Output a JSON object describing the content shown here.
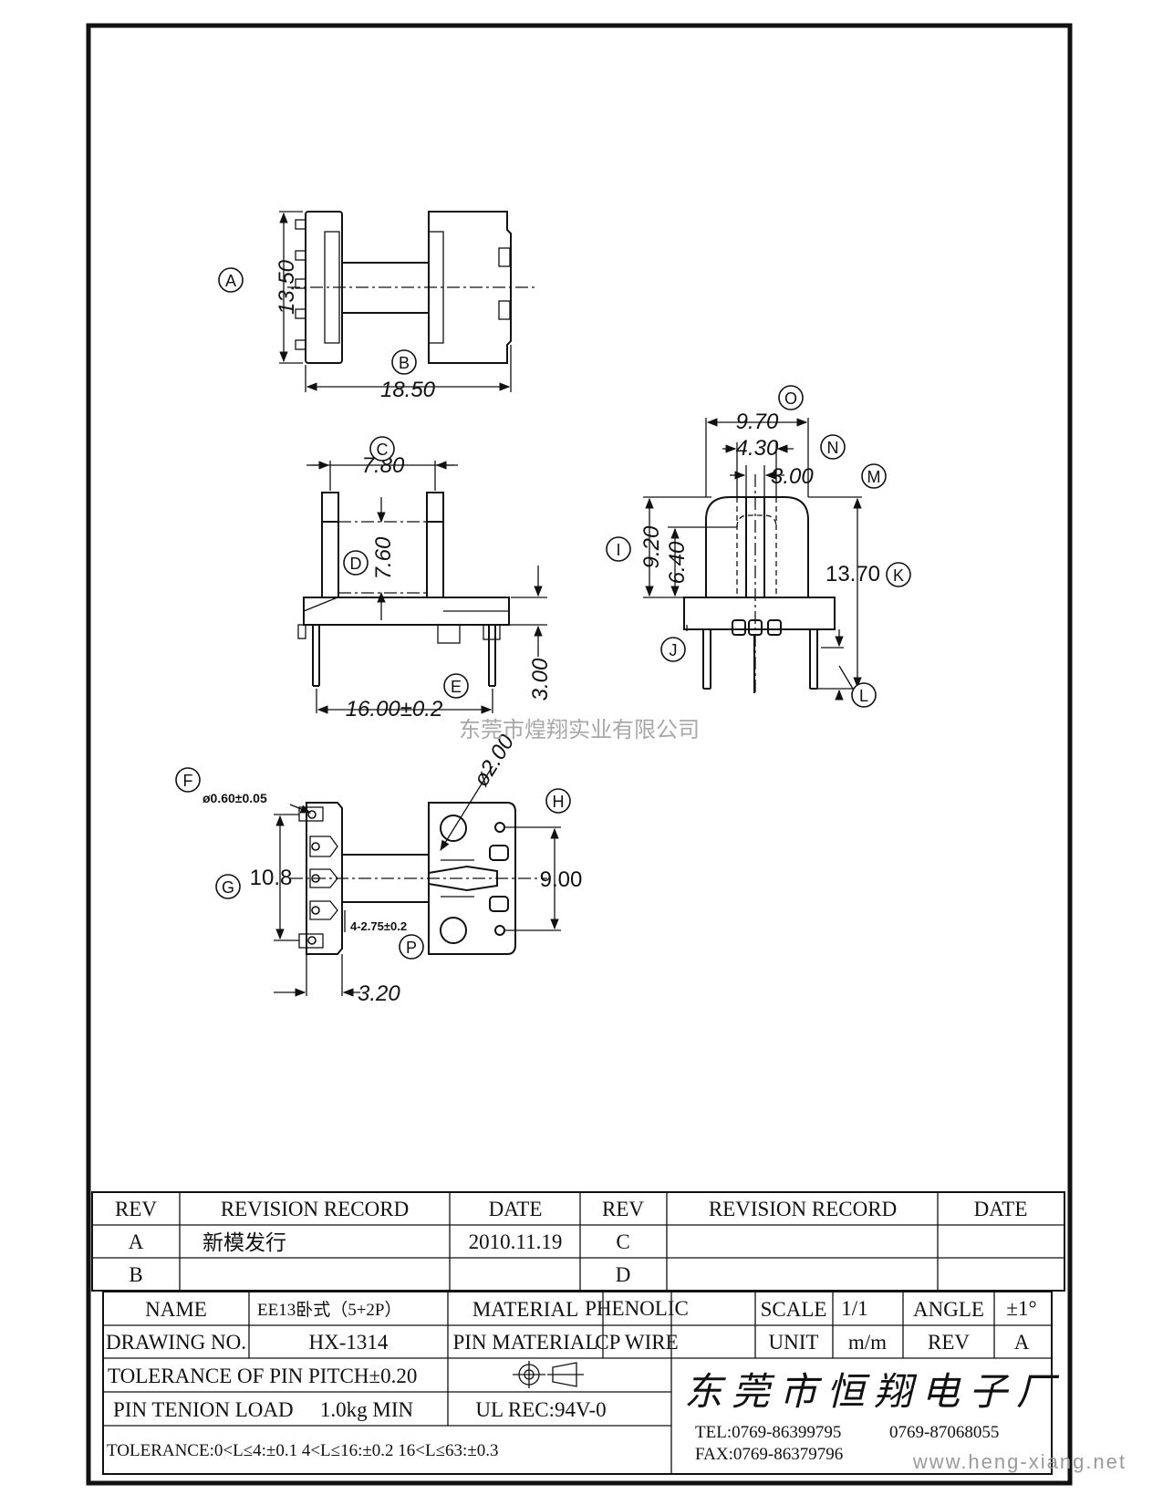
{
  "callouts": {
    "A": "A",
    "B": "B",
    "C": "C",
    "D": "D",
    "E": "E",
    "F": "F",
    "G": "G",
    "H": "H",
    "I": "I",
    "J": "J",
    "K": "K",
    "L": "L",
    "M": "M",
    "N": "N",
    "O": "O",
    "P": "P"
  },
  "dimensions": {
    "a": "13.50",
    "b": "18.50",
    "c": "7.80",
    "d": "7.60",
    "e": "16.00±0.2",
    "e_side": "3.00",
    "o": "9.70",
    "n": "4.30",
    "m": "3.00",
    "i_outer": "9.20",
    "i_inner": "6.40",
    "k": "13.70",
    "g": "10.8",
    "h": "9.00",
    "p": "4-2.75±0.2",
    "bottom": "3.20",
    "f": "ø0.60±0.05",
    "hole": "ø2.00"
  },
  "watermark": "东莞市煌翔实业有限公司",
  "revision_table": {
    "headers": [
      "REV",
      "REVISION RECORD",
      "DATE",
      "REV",
      "REVISION RECORD",
      "DATE"
    ],
    "rows": [
      [
        "A",
        "新模发行",
        "2010.11.19",
        "C",
        "",
        ""
      ],
      [
        "B",
        "",
        "",
        "D",
        "",
        ""
      ]
    ]
  },
  "title_block": {
    "name_label": "NAME",
    "name_value": "EE13卧式（5+2P）",
    "material_label": "MATERIAL",
    "material_value": "PHENOLIC",
    "scale_label": "SCALE",
    "scale_value": "1/1",
    "angle_label": "ANGLE",
    "angle_value": "±1°",
    "drawing_no_label": "DRAWING NO.",
    "drawing_no_value": "HX-1314",
    "pin_material_label": "PIN MATERIAL",
    "pin_material_value": "CP WIRE",
    "unit_label": "UNIT",
    "unit_value": "m/m",
    "rev_label": "REV",
    "rev_value": "A",
    "tolerance_pitch": "TOLERANCE OF PIN PITCH±0.20",
    "pin_tenion_label": "PIN TENION LOAD",
    "pin_tenion_value": "1.0kg MIN",
    "ul": "UL REC:94V-0",
    "tolerance_general": "TOLERANCE:0<L≤4:±0.1  4<L≤16:±0.2  16<L≤63:±0.3",
    "company": "东莞市恒翔电子厂",
    "tel": "TEL:0769-86399795",
    "tel2": "0769-87068055",
    "fax": "FAX:0769-86379796",
    "website": "www.heng-xiang.net"
  }
}
